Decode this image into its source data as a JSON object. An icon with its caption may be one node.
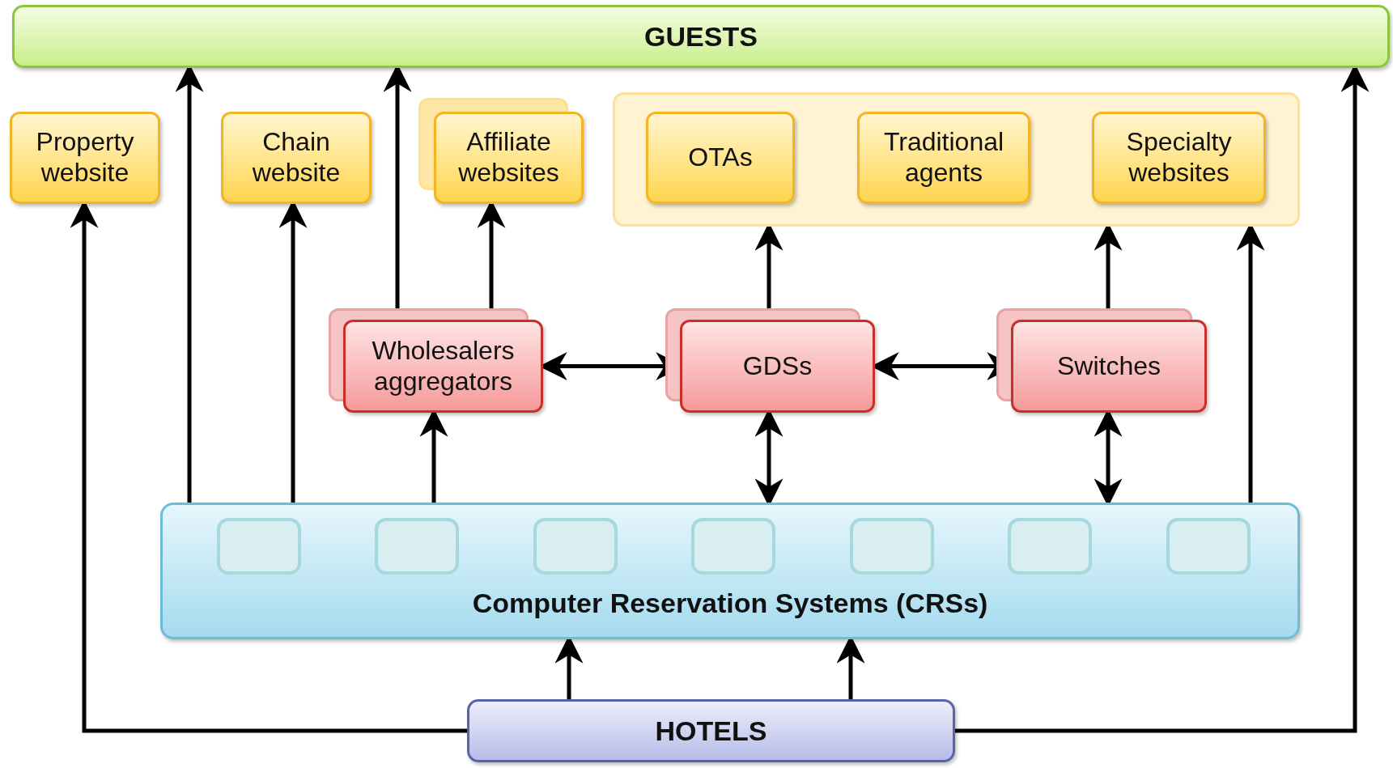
{
  "diagram": {
    "nodes": [
      {
        "text": [
          "GUESTS"
        ]
      },
      {
        "text": [
          "Property website"
        ]
      },
      {
        "text": [
          "Chain website"
        ]
      },
      {
        "text": [
          "Affiliate websites"
        ]
      },
      {
        "text": [],
        "shape": "box"
      },
      {
        "text": [
          "OTAs"
        ],
        "in": 4
      },
      {
        "text": [
          "Traditional agents"
        ],
        "in": 4
      },
      {
        "text": [
          "Specialty websites"
        ],
        "in": 4
      },
      {
        "text": [
          "Wholesalers aggregators"
        ]
      },
      {
        "text": [
          "GDSs"
        ]
      },
      {
        "text": [
          "Switches"
        ]
      },
      {
        "text": [
          "Computer Reservation Systems (CRSs)"
        ]
      },
      {
        "text": [
          "HOTELS"
        ]
      },
      {
        "text": [],
        "shape": "box",
        "in": 11
      },
      {
        "text": [],
        "shape": "box",
        "in": 11
      },
      {
        "text": [],
        "shape": "box",
        "in": 11
      },
      {
        "text": [],
        "shape": "box",
        "in": 11
      },
      {
        "text": [],
        "shape": "box",
        "in": 11
      },
      {
        "text": [],
        "shape": "box",
        "in": 11
      },
      {
        "text": [],
        "shape": "box",
        "in": 11
      }
    ],
    "edges": [
      {
        "from": 11,
        "to": 0,
        "arrow": "to"
      },
      {
        "from": 11,
        "to": 2,
        "arrow": "to"
      },
      {
        "from": 8,
        "to": 0,
        "arrow": "to"
      },
      {
        "from": 8,
        "to": 3,
        "arrow": "to"
      },
      {
        "from": 11,
        "to": 8,
        "arrow": "to"
      },
      {
        "from": 8,
        "to": 9,
        "arrow": "both"
      },
      {
        "from": 9,
        "to": 10,
        "arrow": "both"
      },
      {
        "from": 9,
        "to": 4,
        "arrow": "to"
      },
      {
        "from": 10,
        "to": 4,
        "arrow": "to"
      },
      {
        "from": 11,
        "to": 4,
        "arrow": "to"
      },
      {
        "from": 9,
        "to": 11,
        "arrow": "both"
      },
      {
        "from": 10,
        "to": 11,
        "arrow": "both"
      },
      {
        "from": 12,
        "to": 11,
        "arrow": "to"
      },
      {
        "from": 12,
        "to": 11,
        "arrow": "to"
      },
      {
        "from": 12,
        "to": 1,
        "arrow": "to"
      },
      {
        "from": 12,
        "to": 0,
        "arrow": "to"
      }
    ]
  }
}
